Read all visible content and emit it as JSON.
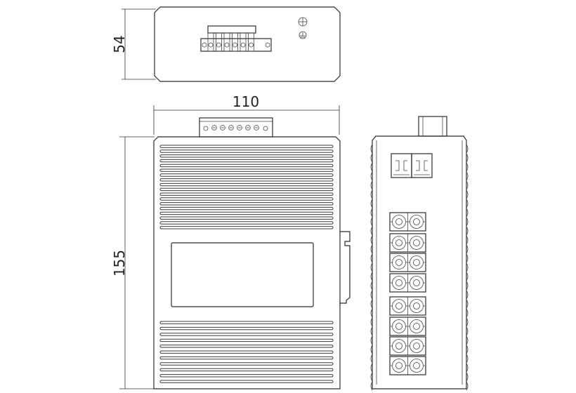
{
  "dimensions": {
    "height_top": "54",
    "width_front": "110",
    "height_front": "155"
  },
  "colors": {
    "line": "#2b2b2b",
    "background": "#ffffff"
  },
  "terminal_block": {
    "screw_count": 6
  },
  "front_view": {
    "upper_fin_count": 18,
    "lower_fin_count": 11
  },
  "side_view": {
    "sfp_ports": 2,
    "fiber_port_pairs": 8
  }
}
